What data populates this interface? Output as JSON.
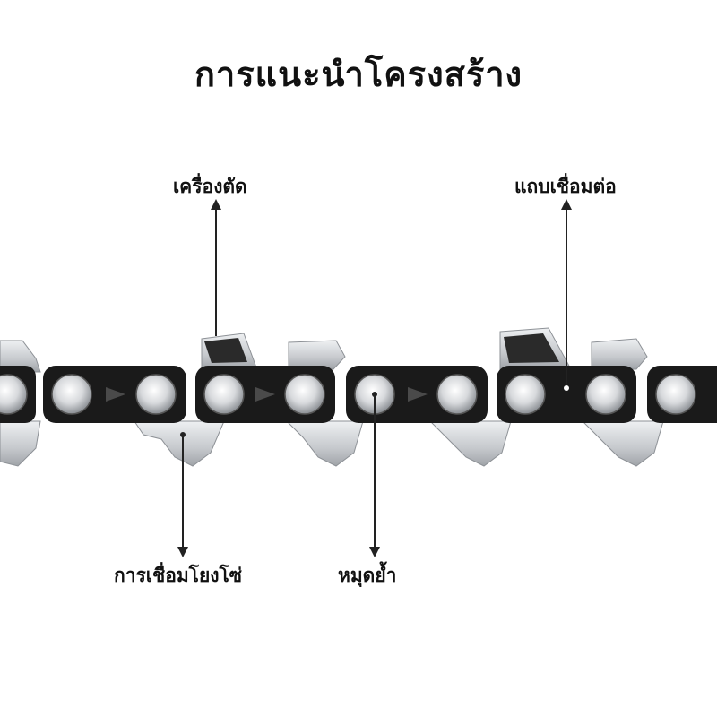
{
  "title": "การแนะนำโครงสร้าง",
  "labels": {
    "cutter": "เครื่องตัด",
    "connector": "แถบเชื่อมต่อ",
    "chain_link": "การเชื่อมโยงโซ่",
    "rivet": "หมุดย้ำ"
  },
  "colors": {
    "background": "#ffffff",
    "text": "#111111",
    "link_plate": "#1a1a1a",
    "steel": "#c9ccd0",
    "arrow": "#222222"
  }
}
